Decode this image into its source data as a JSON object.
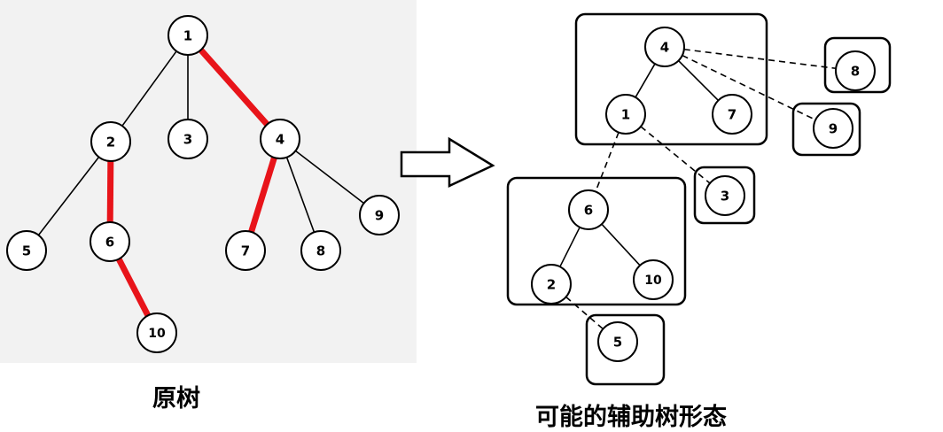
{
  "captions": {
    "original_tree": "原树",
    "auxiliary_tree": "可能的辅助树形态"
  },
  "colors": {
    "background_panel": "#f2f2f2",
    "node_fill": "#ffffff",
    "stroke": "#000000",
    "preferred_edge": "#e8141a"
  },
  "original_tree": {
    "nodes": [
      "1",
      "2",
      "3",
      "4",
      "5",
      "6",
      "7",
      "8",
      "9",
      "10"
    ],
    "edges": [
      {
        "from": "1",
        "to": "2",
        "preferred": false
      },
      {
        "from": "1",
        "to": "3",
        "preferred": false
      },
      {
        "from": "1",
        "to": "4",
        "preferred": true
      },
      {
        "from": "2",
        "to": "5",
        "preferred": false
      },
      {
        "from": "2",
        "to": "6",
        "preferred": true
      },
      {
        "from": "6",
        "to": "10",
        "preferred": true
      },
      {
        "from": "4",
        "to": "7",
        "preferred": true
      },
      {
        "from": "4",
        "to": "8",
        "preferred": false
      },
      {
        "from": "4",
        "to": "9",
        "preferred": false
      }
    ]
  },
  "auxiliary_tree": {
    "groups": [
      {
        "id": "splay-a",
        "nodes": [
          "4",
          "1",
          "7"
        ]
      },
      {
        "id": "splay-b",
        "nodes": [
          "6",
          "2",
          "10"
        ]
      },
      {
        "id": "splay-c",
        "nodes": [
          "8"
        ]
      },
      {
        "id": "splay-d",
        "nodes": [
          "9"
        ]
      },
      {
        "id": "splay-e",
        "nodes": [
          "3"
        ]
      },
      {
        "id": "splay-f",
        "nodes": [
          "5"
        ]
      }
    ],
    "solid_edges": [
      {
        "from": "4",
        "to": "1"
      },
      {
        "from": "4",
        "to": "7"
      },
      {
        "from": "6",
        "to": "2"
      },
      {
        "from": "6",
        "to": "10"
      }
    ],
    "dashed_edges": [
      {
        "from": "4",
        "to": "8"
      },
      {
        "from": "4",
        "to": "9"
      },
      {
        "from": "1",
        "to": "3"
      },
      {
        "from": "1",
        "to": "6"
      },
      {
        "from": "2",
        "to": "5"
      }
    ]
  }
}
